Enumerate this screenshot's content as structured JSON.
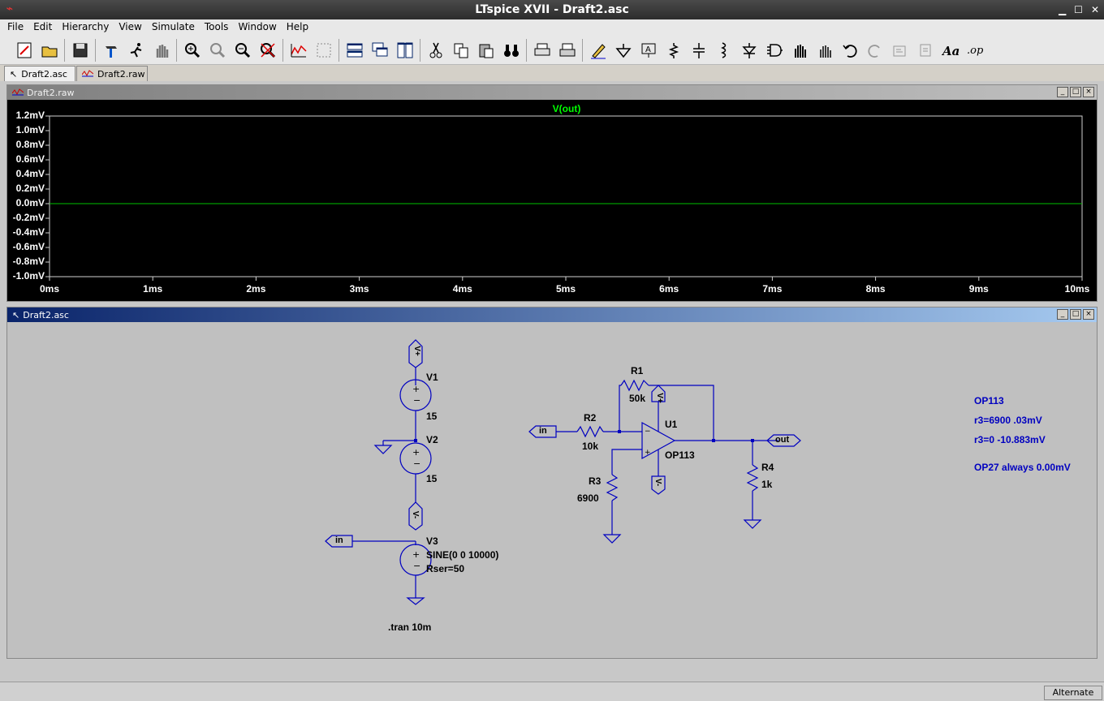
{
  "window": {
    "title": "LTspice XVII - Draft2.asc"
  },
  "menu": [
    {
      "label": "File"
    },
    {
      "label": "Edit"
    },
    {
      "label": "Hierarchy"
    },
    {
      "label": "View"
    },
    {
      "label": "Simulate"
    },
    {
      "label": "Tools"
    },
    {
      "label": "Window"
    },
    {
      "label": "Help"
    }
  ],
  "tabs": [
    {
      "label": "Draft2.asc",
      "active": true
    },
    {
      "label": "Draft2.raw",
      "active": false
    }
  ],
  "waveform": {
    "title": "Draft2.raw",
    "trace_label": "V(out)",
    "chart_data": {
      "type": "line",
      "title": "",
      "xlabel": "",
      "ylabel": "",
      "x": [
        0,
        10
      ],
      "series": [
        {
          "name": "V(out)",
          "values": [
            0.0,
            0.0
          ],
          "color": "#00c000"
        }
      ],
      "xlim": [
        0,
        10
      ],
      "ylim": [
        -1.0,
        1.2
      ],
      "x_ticks": [
        "0ms",
        "1ms",
        "2ms",
        "3ms",
        "4ms",
        "5ms",
        "6ms",
        "7ms",
        "8ms",
        "9ms",
        "10ms"
      ],
      "y_ticks": [
        "1.2mV",
        "1.0mV",
        "0.8mV",
        "0.6mV",
        "0.4mV",
        "0.2mV",
        "0.0mV",
        "-0.2mV",
        "-0.4mV",
        "-0.6mV",
        "-0.8mV",
        "-1.0mV"
      ]
    }
  },
  "schematic": {
    "title": "Draft2.asc",
    "labels": {
      "v1": "V1",
      "v1_val": "15",
      "v2": "V2",
      "v2_val": "15",
      "v3": "V3",
      "v3_val": "SINE(0 0 10000)",
      "v3_rser": "Rser=50",
      "r1": "R1",
      "r1_val": "50k",
      "r2": "R2",
      "r2_val": "10k",
      "r3": "R3",
      "r3_val": "6900",
      "r4": "R4",
      "r4_val": "1k",
      "u1": "U1",
      "u1_val": "OP113",
      "tran": ".tran 10m",
      "net_in": "in",
      "net_out": "out",
      "vplus": "V+",
      "vminus": "V-"
    },
    "notes": [
      "OP113",
      "r3=6900  .03mV",
      "r3=0  -10.883mV",
      "OP27  always 0.00mV"
    ]
  },
  "status": {
    "mode": "Alternate"
  },
  "colors": {
    "wire": "#0000c0",
    "trace": "#00c000",
    "plot_bg": "#000000",
    "schematic_bg": "#c0c0c0"
  }
}
